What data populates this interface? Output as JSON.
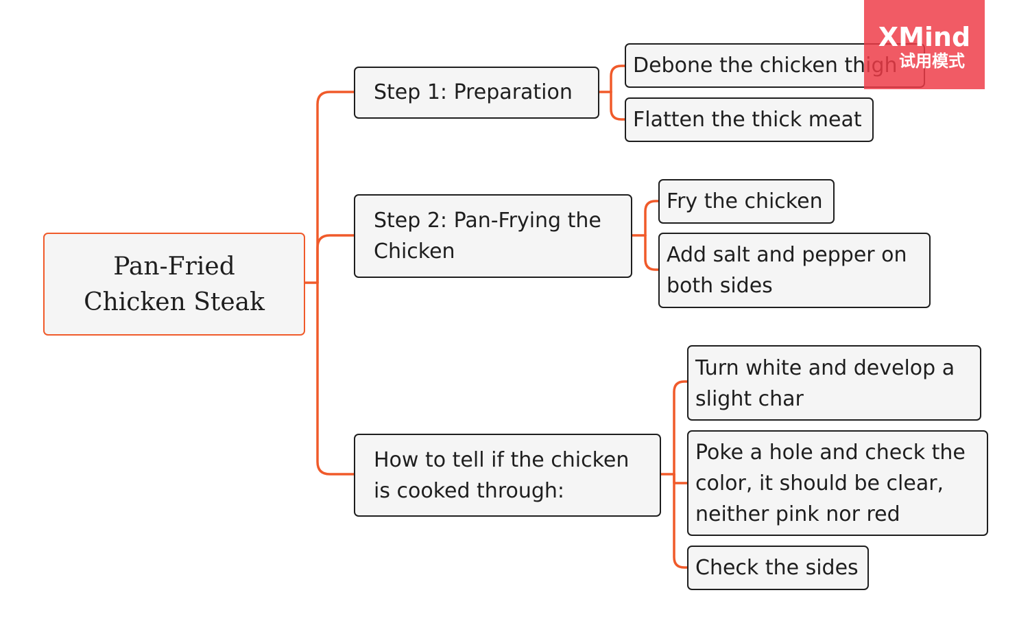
{
  "mindmap": {
    "root": {
      "label": "Pan-Fried\nChicken Steak"
    },
    "branches": [
      {
        "label": "Step 1: Preparation",
        "children": [
          {
            "label": "Debone the chicken thigh"
          },
          {
            "label": "Flatten the thick meat"
          }
        ]
      },
      {
        "label": "Step 2: Pan-Frying the\nChicken",
        "children": [
          {
            "label": "Fry the chicken"
          },
          {
            "label": "Add salt and pepper on\nboth sides"
          }
        ]
      },
      {
        "label": "How to tell if the chicken\nis cooked through:",
        "children": [
          {
            "label": "Turn white and develop a\nslight char"
          },
          {
            "label": "Poke a hole and check the\ncolor, it should be clear,\nneither pink nor red"
          },
          {
            "label": "Check the sides"
          }
        ]
      }
    ]
  },
  "watermark": {
    "brand": "XMind",
    "mode": "试用模式"
  },
  "colors": {
    "connector": "#f05a2a",
    "root_border": "#f05a2a",
    "node_border": "#1e1e1e",
    "node_fill": "#f5f5f5",
    "watermark": "#ee3c48"
  }
}
